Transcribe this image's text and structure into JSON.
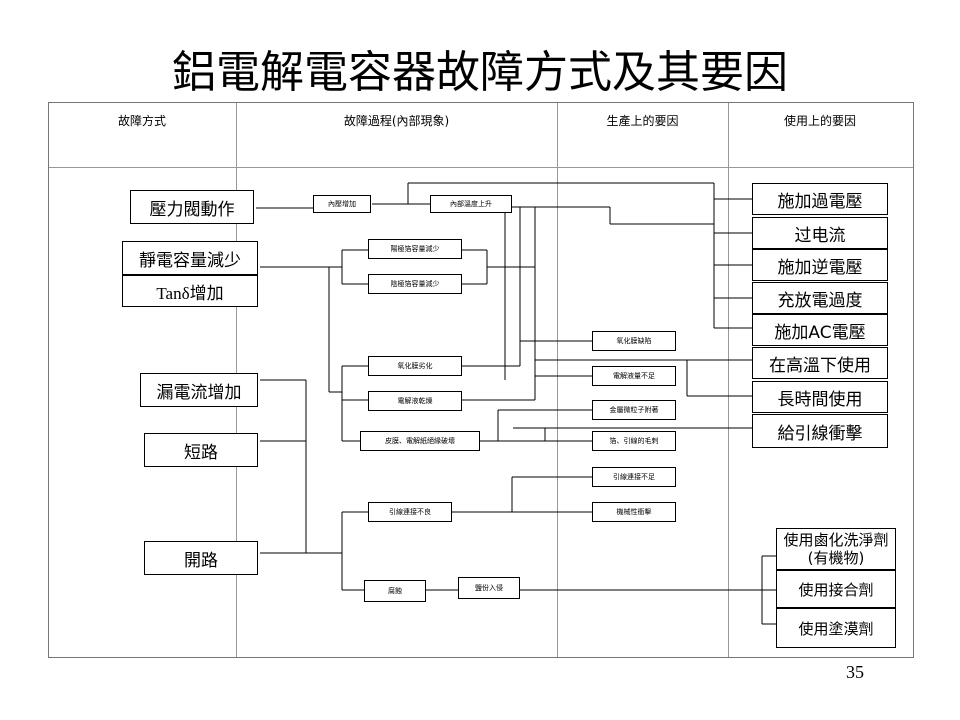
{
  "title": "鋁電解電容器故障方式及其要因",
  "page_number": "35",
  "headers": {
    "failure_mode": "故障方式",
    "failure_process": "故障過程(內部現象)",
    "production_cause": "生產上的要因",
    "usage_cause": "使用上的要因"
  },
  "failure_modes": {
    "pressure_valve": "壓力閥動作",
    "capacitance_drop": "靜電容量減少",
    "tan_delta": "Tanδ增加",
    "leakage": "漏電流增加",
    "short": "短路",
    "open": "開路"
  },
  "processes": {
    "internal_pressure": "內壓增加",
    "internal_temp": "內部溫度上升",
    "anode_cap_drop": "陽極箔容量減少",
    "cathode_cap_drop": "陰極箔容量減少",
    "oxide_degrade": "氧化膜劣化",
    "electrolyte_dry": "電解液乾燥",
    "film_damage": "皮膜、電解紙絕緣破壞",
    "lead_weld_bad": "引線連接不良",
    "corrosion": "腐蝕",
    "salt_intrusion": "鹽份入侵"
  },
  "production": {
    "oxide_defect": "氧化膜缺陷",
    "electrolyte_low": "電解液量不足",
    "metal_particles": "金屬微粒子附著",
    "foil_lead_burr": "箔、引線的毛刺",
    "lead_connect_bad": "引線連接不足",
    "mech_shock": "機械性衝擊"
  },
  "usage": {
    "overvoltage": "施加過電壓",
    "overcurrent": "过电流",
    "reverse_voltage": "施加逆電壓",
    "charge_discharge": "充放電過度",
    "ac_voltage": "施加AC電壓",
    "high_temp": "在高溫下使用",
    "long_time": "長時間使用",
    "lead_shock": "給引線衝擊",
    "halogen_cleaner": "使用鹵化洗淨劑(有機物)",
    "adhesive": "使用接合劑",
    "coating": "使用塗漠劑"
  }
}
